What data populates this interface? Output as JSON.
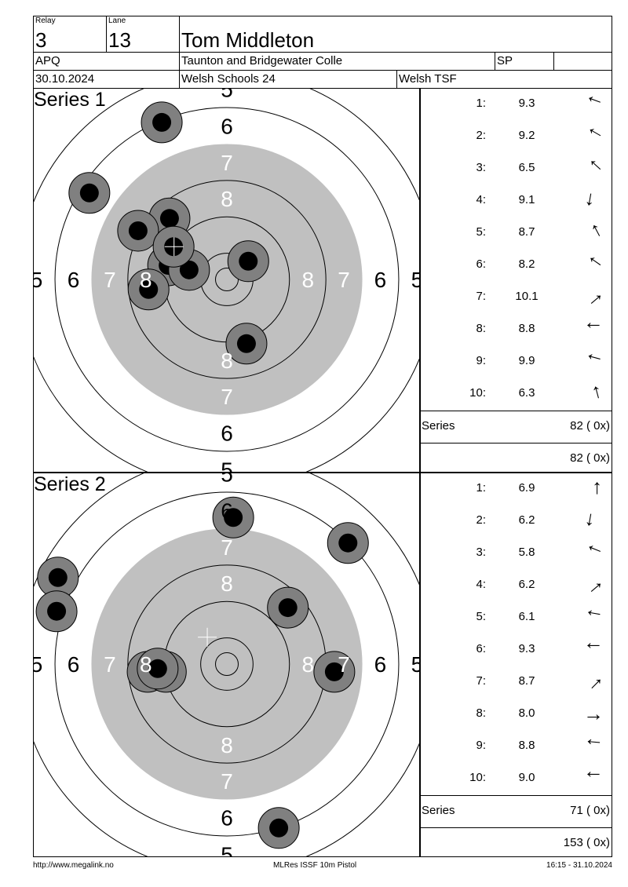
{
  "header": {
    "relay_label": "Relay",
    "relay": "3",
    "lane_label": "Lane",
    "lane": "13",
    "name": "Tom Middleton",
    "category": "APQ",
    "club": "Taunton and Bridgewater Colle",
    "class": "SP",
    "date": "30.10.2024",
    "competition": "Welsh Schools 24",
    "organizer": "Welsh TSF"
  },
  "ring_labels": [
    "5",
    "6",
    "7",
    "8"
  ],
  "series": [
    {
      "title": "Series 1",
      "shots": [
        {
          "n": "1:",
          "v": "9.3",
          "dir": 200,
          "x_mm": -14.3,
          "y_mm": -34.5
        },
        {
          "n": "2:",
          "v": "9.2",
          "dir": 210,
          "x_mm": -30.2,
          "y_mm": -19.0
        },
        {
          "n": "3:",
          "v": "6.5",
          "dir": 222,
          "x_mm": -12.6,
          "y_mm": -13.4
        },
        {
          "n": "4:",
          "v": "9.1",
          "dir": 100,
          "x_mm": -19.5,
          "y_mm": -10.7
        },
        {
          "n": "5:",
          "v": "8.7",
          "dir": 242,
          "x_mm": -12.9,
          "y_mm": -3.1
        },
        {
          "n": "6:",
          "v": "8.2",
          "dir": 215,
          "x_mm": -8.3,
          "y_mm": -2.1
        },
        {
          "n": "7:",
          "v": "10.1",
          "dir": -40,
          "x_mm": 4.7,
          "y_mm": -4.0
        },
        {
          "n": "8:",
          "v": "8.8",
          "dir": 180,
          "x_mm": -17.2,
          "y_mm": 2.2
        },
        {
          "n": "9:",
          "v": "9.9",
          "dir": 195,
          "x_mm": 4.3,
          "y_mm": 14.1
        },
        {
          "n": "10:",
          "v": "6.3",
          "dir": 255,
          "x_mm": -11.7,
          "y_mm": -7.2
        }
      ],
      "mpi": {
        "x_mm": -11.6,
        "y_mm": -7.2
      },
      "series_label": "Series",
      "series_total": "82 ( 0x)",
      "running_total": "82 ( 0x)"
    },
    {
      "title": "Series 2",
      "shots": [
        {
          "n": "1:",
          "v": "6.9",
          "dir": 270,
          "x_mm": 1.4,
          "y_mm": -32.2
        },
        {
          "n": "2:",
          "v": "6.2",
          "dir": 100,
          "x_mm": 26.6,
          "y_mm": -26.6
        },
        {
          "n": "3:",
          "v": "5.8",
          "dir": 202,
          "x_mm": -37.1,
          "y_mm": -19.0
        },
        {
          "n": "4:",
          "v": "6.2",
          "dir": -40,
          "x_mm": -37.4,
          "y_mm": -11.6
        },
        {
          "n": "5:",
          "v": "6.1",
          "dir": 190,
          "x_mm": 13.4,
          "y_mm": -12.4
        },
        {
          "n": "6:",
          "v": "9.3",
          "dir": 180,
          "x_mm": -17.4,
          "y_mm": 1.7
        },
        {
          "n": "7:",
          "v": "8.7",
          "dir": -45,
          "x_mm": -13.4,
          "y_mm": 1.7
        },
        {
          "n": "8:",
          "v": "8.0",
          "dir": 0,
          "x_mm": 23.6,
          "y_mm": 1.7
        },
        {
          "n": "9:",
          "v": "8.8",
          "dir": 185,
          "x_mm": -15.2,
          "y_mm": 1.0
        },
        {
          "n": "10:",
          "v": "9.0",
          "dir": 180,
          "x_mm": 11.4,
          "y_mm": 36.0
        }
      ],
      "mpi": {
        "x_mm": -4.3,
        "y_mm": -5.9
      },
      "series_label": "Series",
      "series_total": "71 ( 0x)",
      "running_total": "153 ( 0x)"
    }
  ],
  "footer": {
    "url": "http://www.megalink.no",
    "program": "MLRes ISSF 10m Pistol",
    "printed": "16:15 - 31.10.2024"
  },
  "colors": {
    "target_gray": "#c0c0c0",
    "hole_gray": "#808080"
  }
}
